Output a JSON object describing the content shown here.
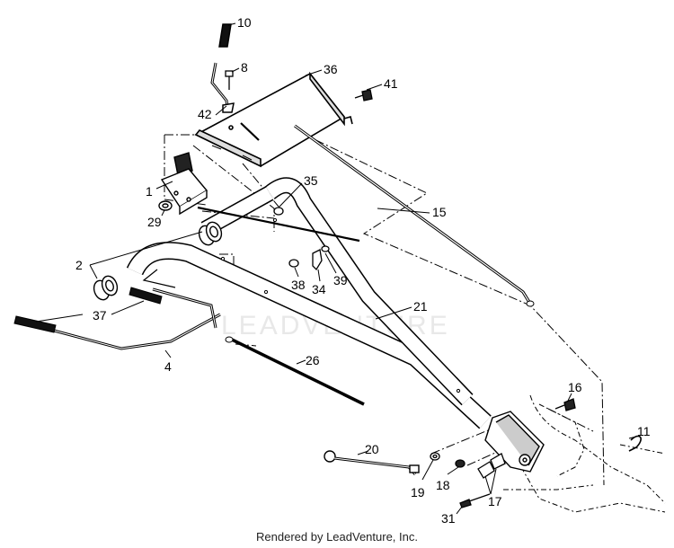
{
  "watermark": "LEADVENTURE",
  "footer": {
    "credit": "Rendered by LeadVenture, Inc."
  },
  "part_labels": [
    "10",
    "8",
    "36",
    "41",
    "42",
    "1",
    "29",
    "35",
    "15",
    "2",
    "38",
    "34",
    "39",
    "21",
    "37",
    "4",
    "26",
    "16",
    "11",
    "20",
    "19",
    "18",
    "17",
    "31"
  ]
}
